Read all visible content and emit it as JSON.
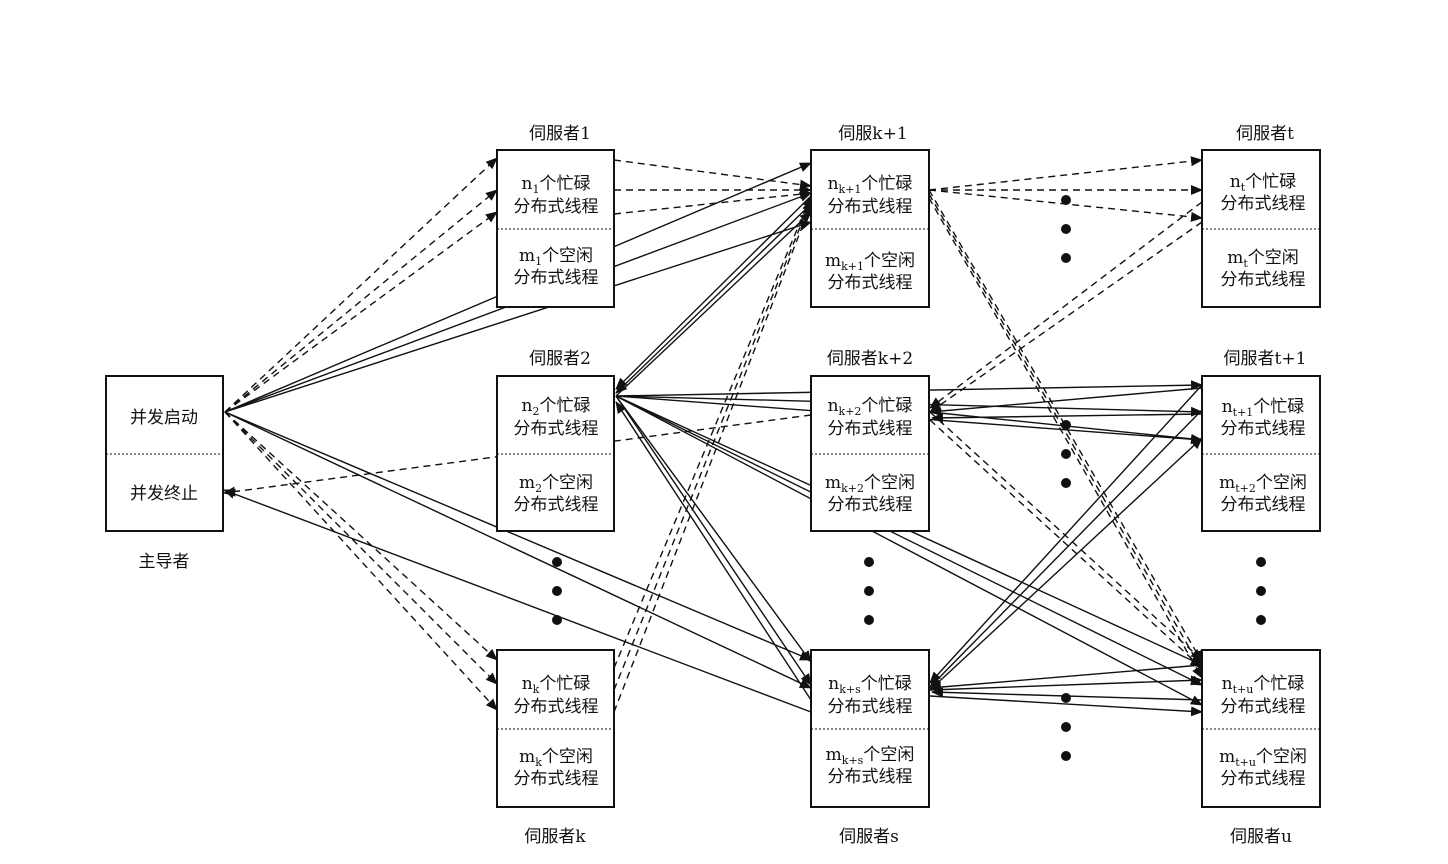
{
  "leader": {
    "top": "并发启动",
    "bottom": "并发终止",
    "caption": "主导者"
  },
  "servers": {
    "s1": {
      "title": "伺服者1",
      "busy": {
        "pre": "n",
        "sub": "1",
        "post": "个忙碌"
      },
      "idle": {
        "pre": "m",
        "sub": "1",
        "post": "个空闲"
      }
    },
    "s2": {
      "title": "伺服者2",
      "busy": {
        "pre": "n",
        "sub": "2",
        "post": "个忙碌"
      },
      "idle": {
        "pre": "m",
        "sub": "2",
        "post": "个空闲"
      }
    },
    "sk": {
      "title": "伺服者k",
      "busy": {
        "pre": "n",
        "sub": "k",
        "post": "个忙碌"
      },
      "idle": {
        "pre": "m",
        "sub": "k",
        "post": "个空闲"
      }
    },
    "sk1": {
      "title": "伺服k+1",
      "busy": {
        "pre": "n",
        "sub": "k+1",
        "post": "个忙碌"
      },
      "idle": {
        "pre": "m",
        "sub": "k+1",
        "post": "个空闲"
      }
    },
    "sk2": {
      "title": "伺服者k+2",
      "busy": {
        "pre": "n",
        "sub": "k+2",
        "post": "个忙碌"
      },
      "idle": {
        "pre": "m",
        "sub": "k+2",
        "post": "个空闲"
      }
    },
    "ss": {
      "title": "伺服者s",
      "busy": {
        "pre": "n",
        "sub": "k+s",
        "post": "个忙碌"
      },
      "idle": {
        "pre": "m",
        "sub": "k+s",
        "post": "个空闲"
      }
    },
    "st": {
      "title": "伺服者t",
      "busy": {
        "pre": "n",
        "sub": "t",
        "post": "个忙碌"
      },
      "idle": {
        "pre": "m",
        "sub": "t",
        "post": "个空闲"
      }
    },
    "st1": {
      "title": "伺服者t+1",
      "busy": {
        "pre": "n",
        "sub": "t+1",
        "post": "个忙碌"
      },
      "idle": {
        "pre": "m",
        "sub": "t+2",
        "post": "个空闲"
      }
    },
    "su": {
      "title": "伺服者u",
      "busy": {
        "pre": "n",
        "sub": "t+u",
        "post": "个忙碌"
      },
      "idle": {
        "pre": "m",
        "sub": "t+u",
        "post": "个空闲"
      }
    }
  },
  "thread_label": "分布式线程"
}
